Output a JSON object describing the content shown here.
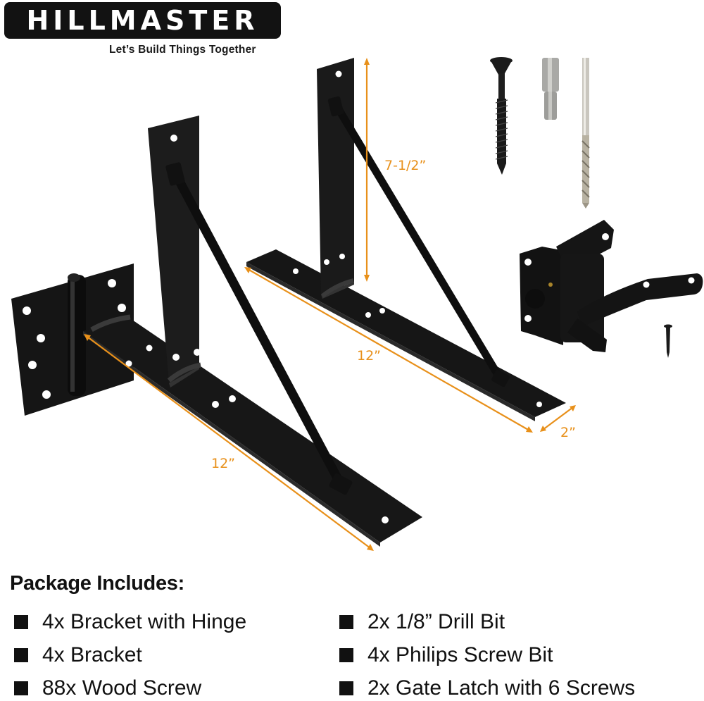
{
  "brand": {
    "logo": "HILLMASTER",
    "tagline": "Let’s Build Things Together"
  },
  "dimensions": {
    "height": "7-1/2”",
    "length_back": "12”",
    "length_front": "12”",
    "width": "2”"
  },
  "colors": {
    "accent": "#e8901a",
    "hardware": "#151515",
    "background": "#ffffff"
  },
  "package": {
    "title": "Package Includes:",
    "left_items": [
      "4x Bracket with Hinge",
      "4x Bracket",
      "88x Wood Screw"
    ],
    "right_items": [
      "2x 1/8” Drill Bit",
      "4x Philips Screw Bit",
      "2x Gate Latch with 6 Screws"
    ]
  }
}
